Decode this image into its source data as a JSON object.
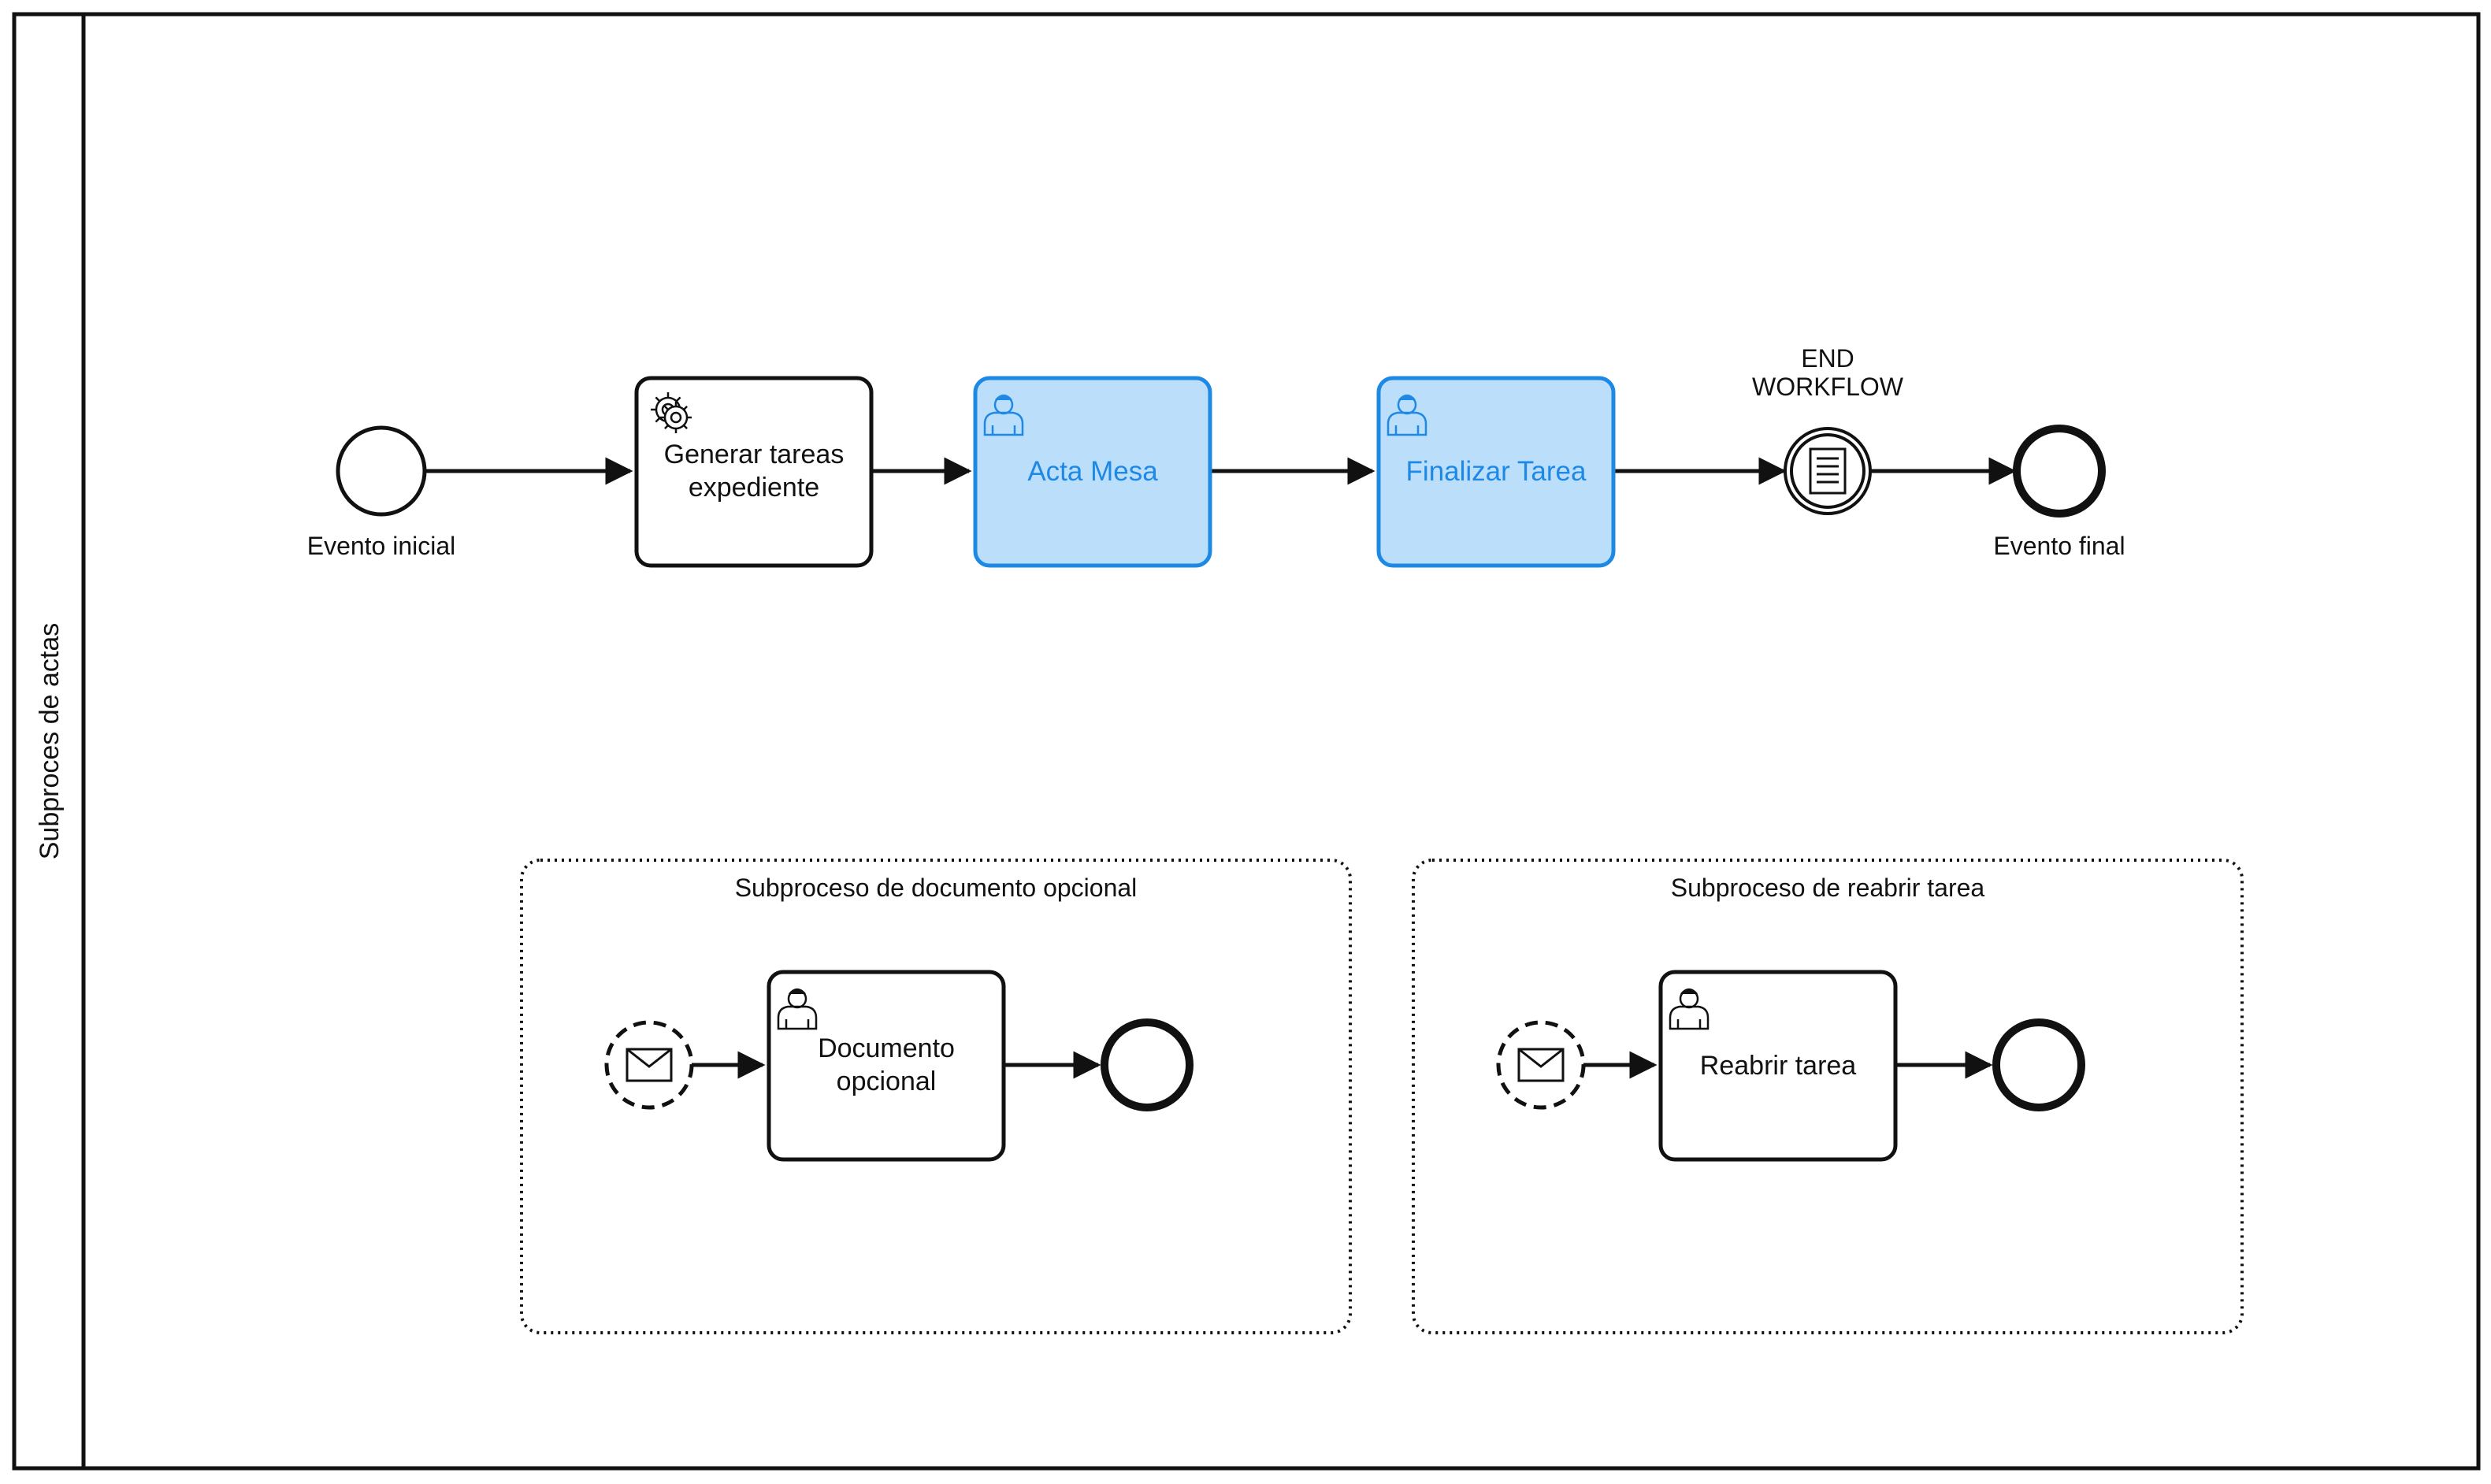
{
  "pool": {
    "label": "Subproces de actas"
  },
  "main_flow": {
    "start_event": {
      "label": "Evento inicial"
    },
    "service_task": {
      "line1": "Generar tareas",
      "line2": "expediente",
      "icon": "gear-icon"
    },
    "user_task_1": {
      "label": "Acta Mesa",
      "icon": "user-icon"
    },
    "user_task_2": {
      "label": "Finalizar Tarea",
      "icon": "user-icon"
    },
    "intermediate_event": {
      "line1": "END",
      "line2": "WORKFLOW",
      "icon": "document-icon"
    },
    "end_event": {
      "label": "Evento final"
    }
  },
  "subprocess_documento": {
    "title": "Subproceso de documento opcional",
    "task": {
      "line1": "Documento",
      "line2": "opcional",
      "icon": "user-icon"
    },
    "start_icon": "envelope-icon"
  },
  "subprocess_reabrir": {
    "title": "Subproceso de reabrir tarea",
    "task": {
      "label": "Reabrir tarea",
      "icon": "user-icon"
    },
    "start_icon": "envelope-icon"
  },
  "colors": {
    "stroke": "#111111",
    "highlight_fill": "#bbdefb",
    "highlight_stroke": "#1e88e5",
    "highlight_text": "#1e88e5",
    "background": "#ffffff"
  }
}
